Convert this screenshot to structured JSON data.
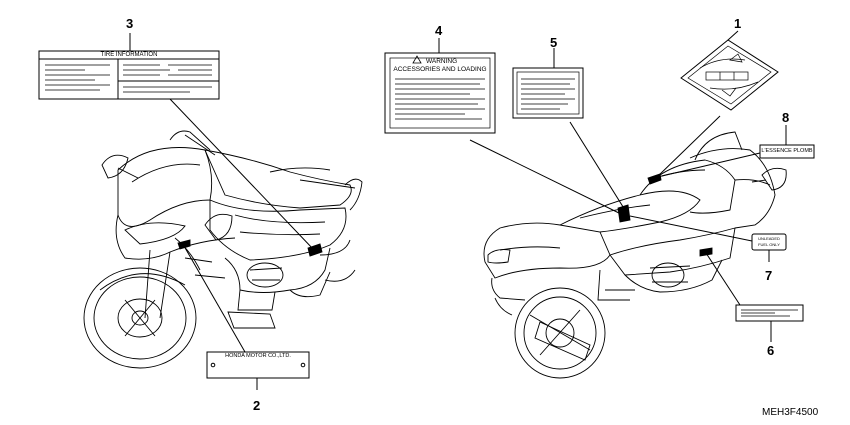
{
  "diagram_code": "MEH3F4500",
  "callouts": {
    "c1": "1",
    "c2": "2",
    "c3": "3",
    "c4": "4",
    "c5": "5",
    "c6": "6",
    "c7": "7",
    "c8": "8"
  },
  "labels": {
    "tire_info": "TIRE INFORMATION",
    "warning_line1": "WARNING",
    "warning_line2": "ACCESSORIES AND LOADING",
    "maker": "HONDA MOTOR CO.,LTD.",
    "fuel_line1": "UNLEADED",
    "fuel_line2": "FUEL ONLY",
    "essence": "L'ESSENCE PLOMB"
  }
}
